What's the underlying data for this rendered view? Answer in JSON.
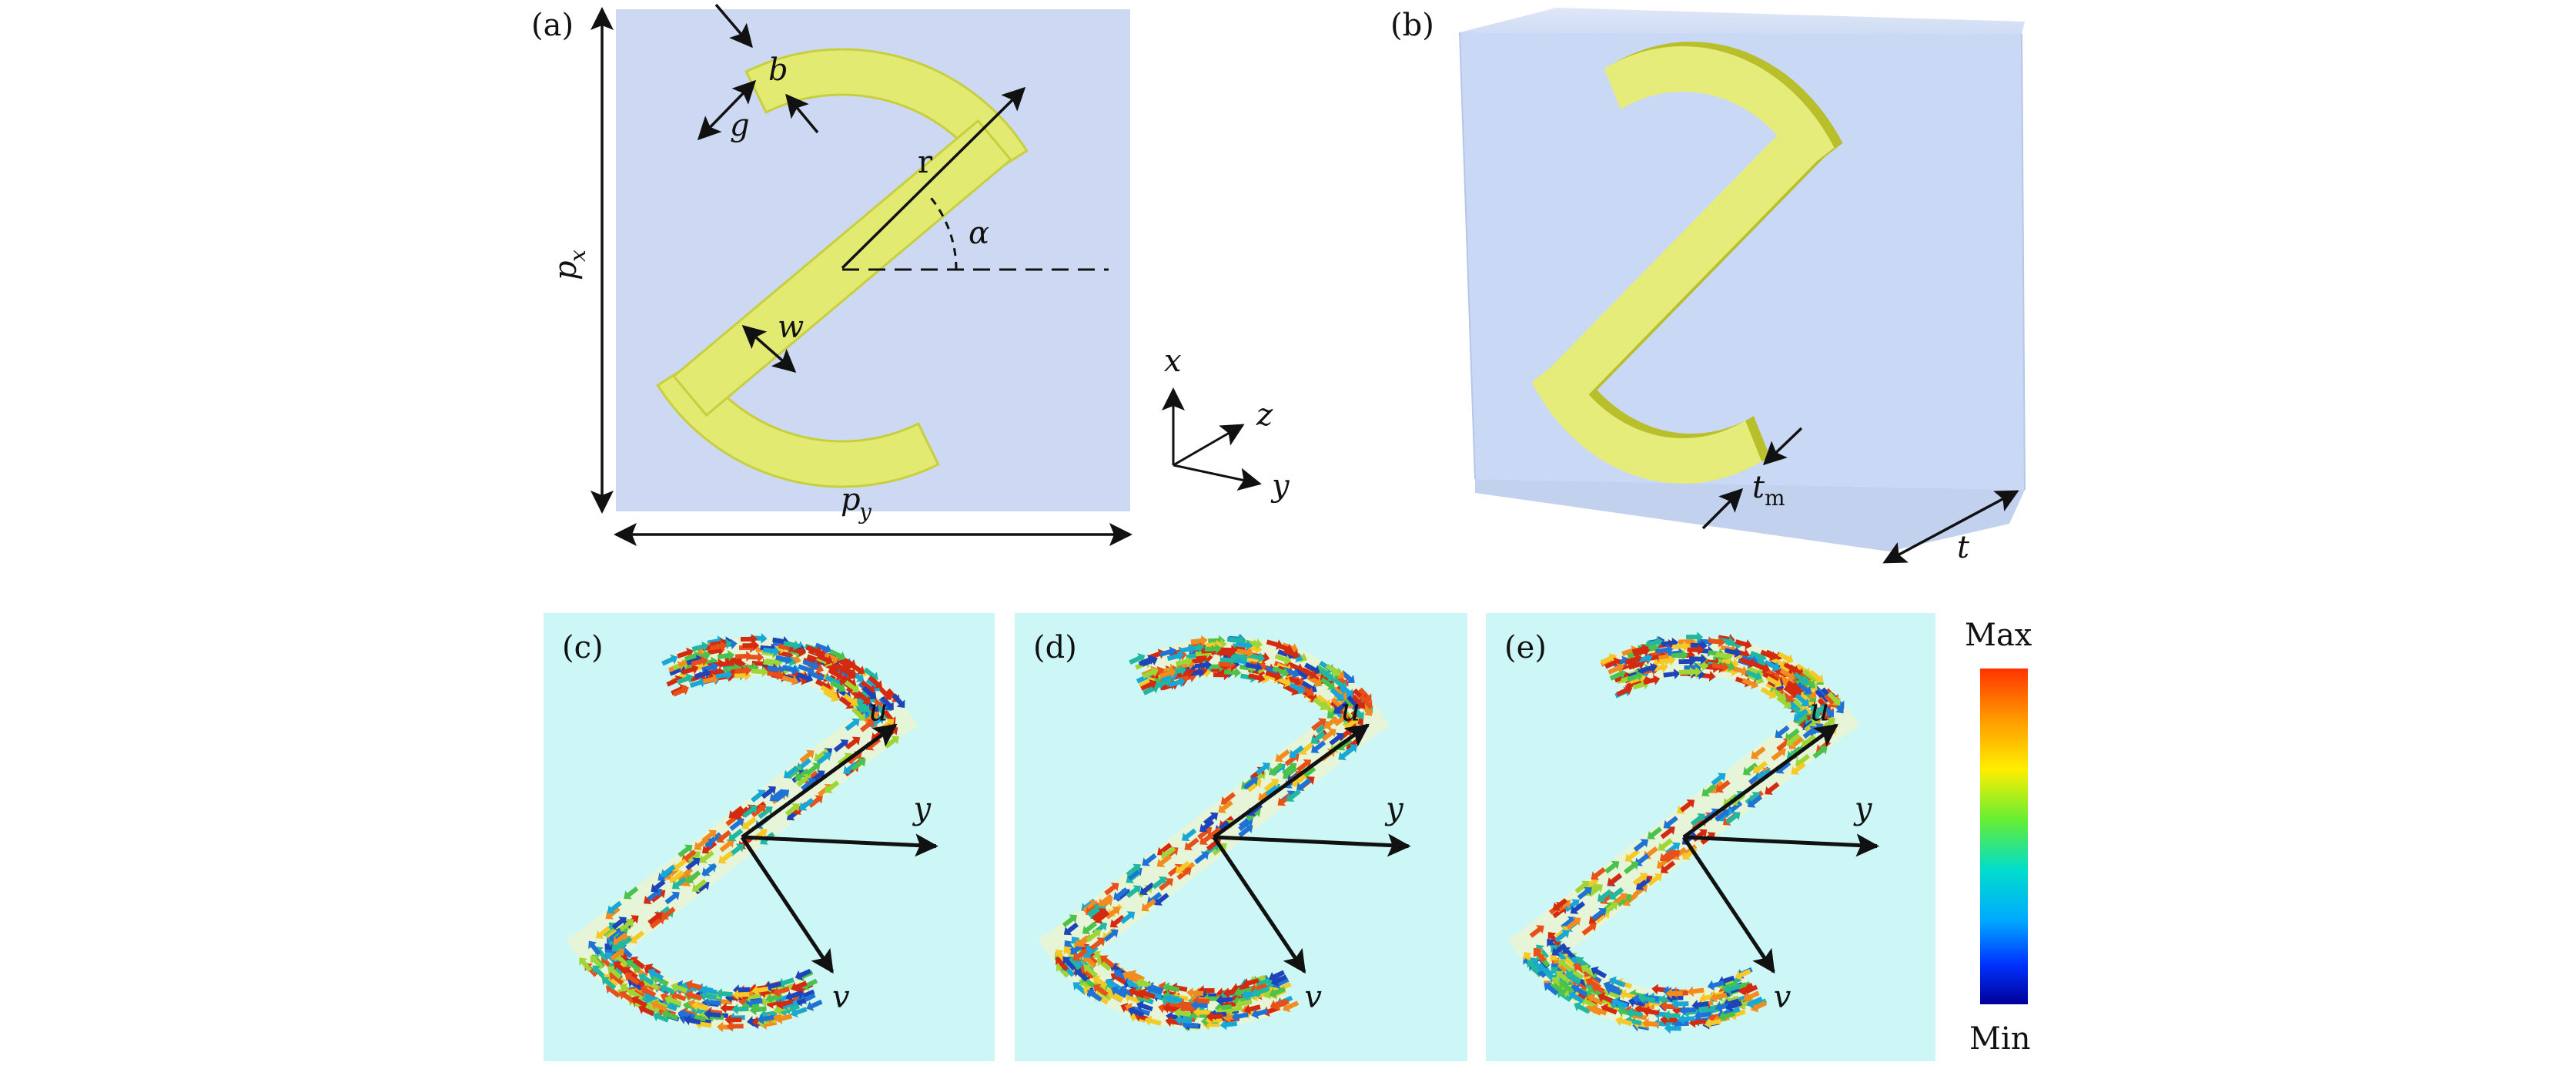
{
  "panels": {
    "a": {
      "tag": "(a)",
      "labels": {
        "b": "b",
        "g": "g",
        "r": "r",
        "alpha": "α",
        "w": "w",
        "px": "p",
        "px_sub": "x",
        "py": "p",
        "py_sub": "y"
      }
    },
    "b": {
      "tag": "(b)",
      "labels": {
        "tm": "t",
        "tm_sub": "m",
        "t": "t"
      }
    },
    "axes": {
      "x": "x",
      "y": "y",
      "z": "z"
    },
    "c": {
      "tag": "(c)",
      "labels": {
        "u": "u",
        "v": "v",
        "y": "y"
      }
    },
    "d": {
      "tag": "(d)",
      "labels": {
        "u": "u",
        "v": "v",
        "y": "y"
      }
    },
    "e": {
      "tag": "(e)",
      "labels": {
        "u": "u",
        "v": "v",
        "y": "y"
      }
    }
  },
  "colorbar": {
    "max_label": "Max",
    "min_label": "Min"
  },
  "colors": {
    "substrate_a": "#cdd9f2",
    "substrate_b": "#c9d8f5",
    "metal": "#e3ea72",
    "metal_edge": "#c8cf3e",
    "field_bg": "#cdf7f7",
    "ring_ghost": "#e6f5d8"
  }
}
